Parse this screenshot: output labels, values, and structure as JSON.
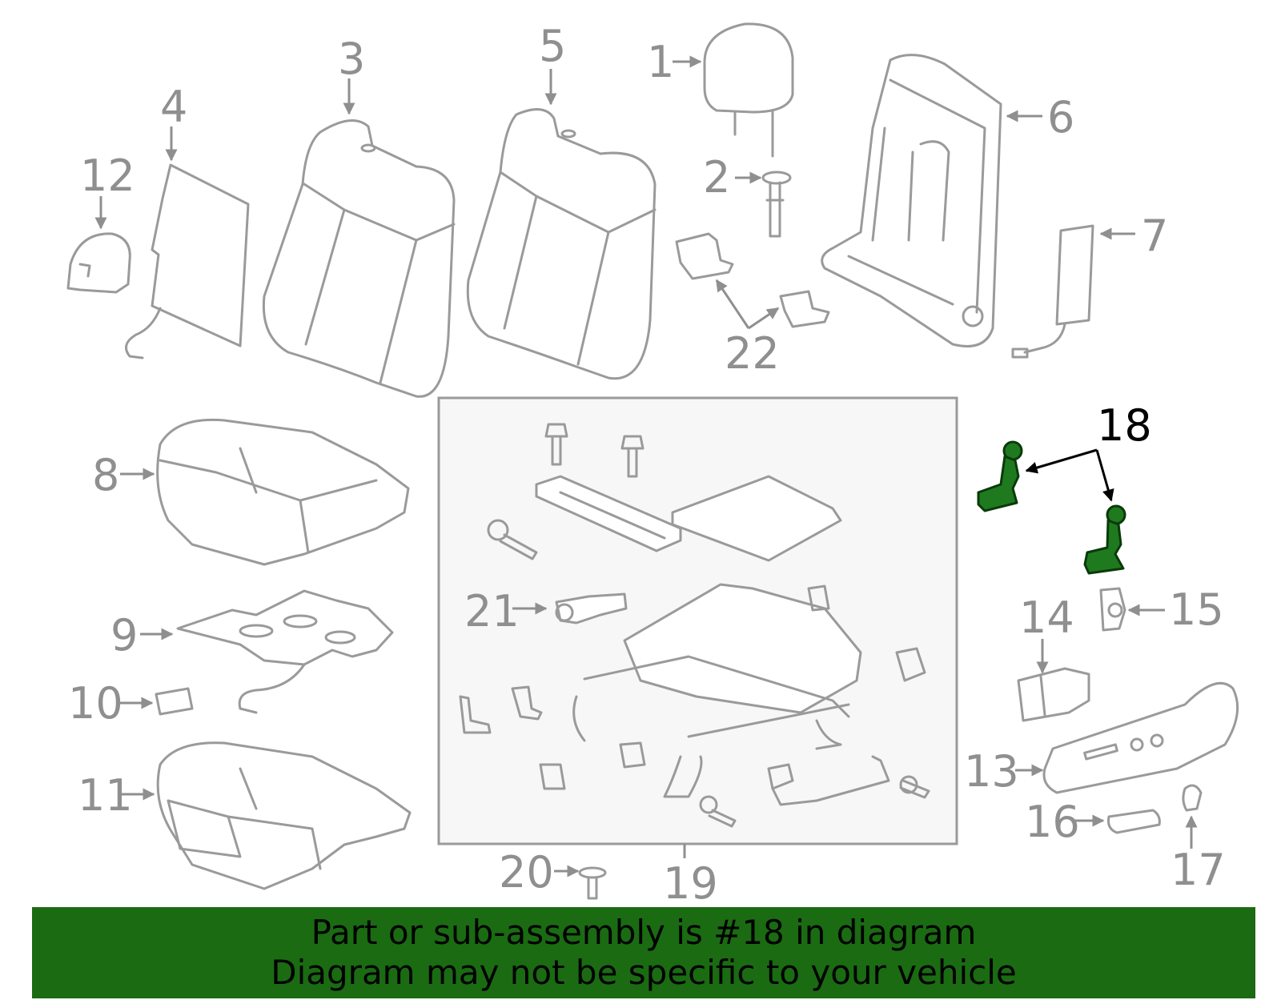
{
  "callouts": {
    "c1": "1",
    "c2": "2",
    "c3": "3",
    "c4": "4",
    "c5": "5",
    "c6": "6",
    "c7": "7",
    "c8": "8",
    "c9": "9",
    "c10": "10",
    "c11": "11",
    "c12": "12",
    "c13": "13",
    "c14": "14",
    "c15": "15",
    "c16": "16",
    "c17": "17",
    "c18": "18",
    "c19": "19",
    "c20": "20",
    "c21": "21",
    "c22": "22"
  },
  "highlighted_callout": "18",
  "banner": {
    "line1": "Part or sub-assembly is #18 in diagram",
    "line2": "Diagram may not be specific to your vehicle"
  },
  "colors": {
    "banner_bg": "#1a6b12",
    "highlight_part": "#1f7a1f",
    "line_art": "#9a9a9a",
    "callout_text": "#8f8f8f",
    "highlight_text": "#000000",
    "box_fill": "#f7f7f7"
  }
}
